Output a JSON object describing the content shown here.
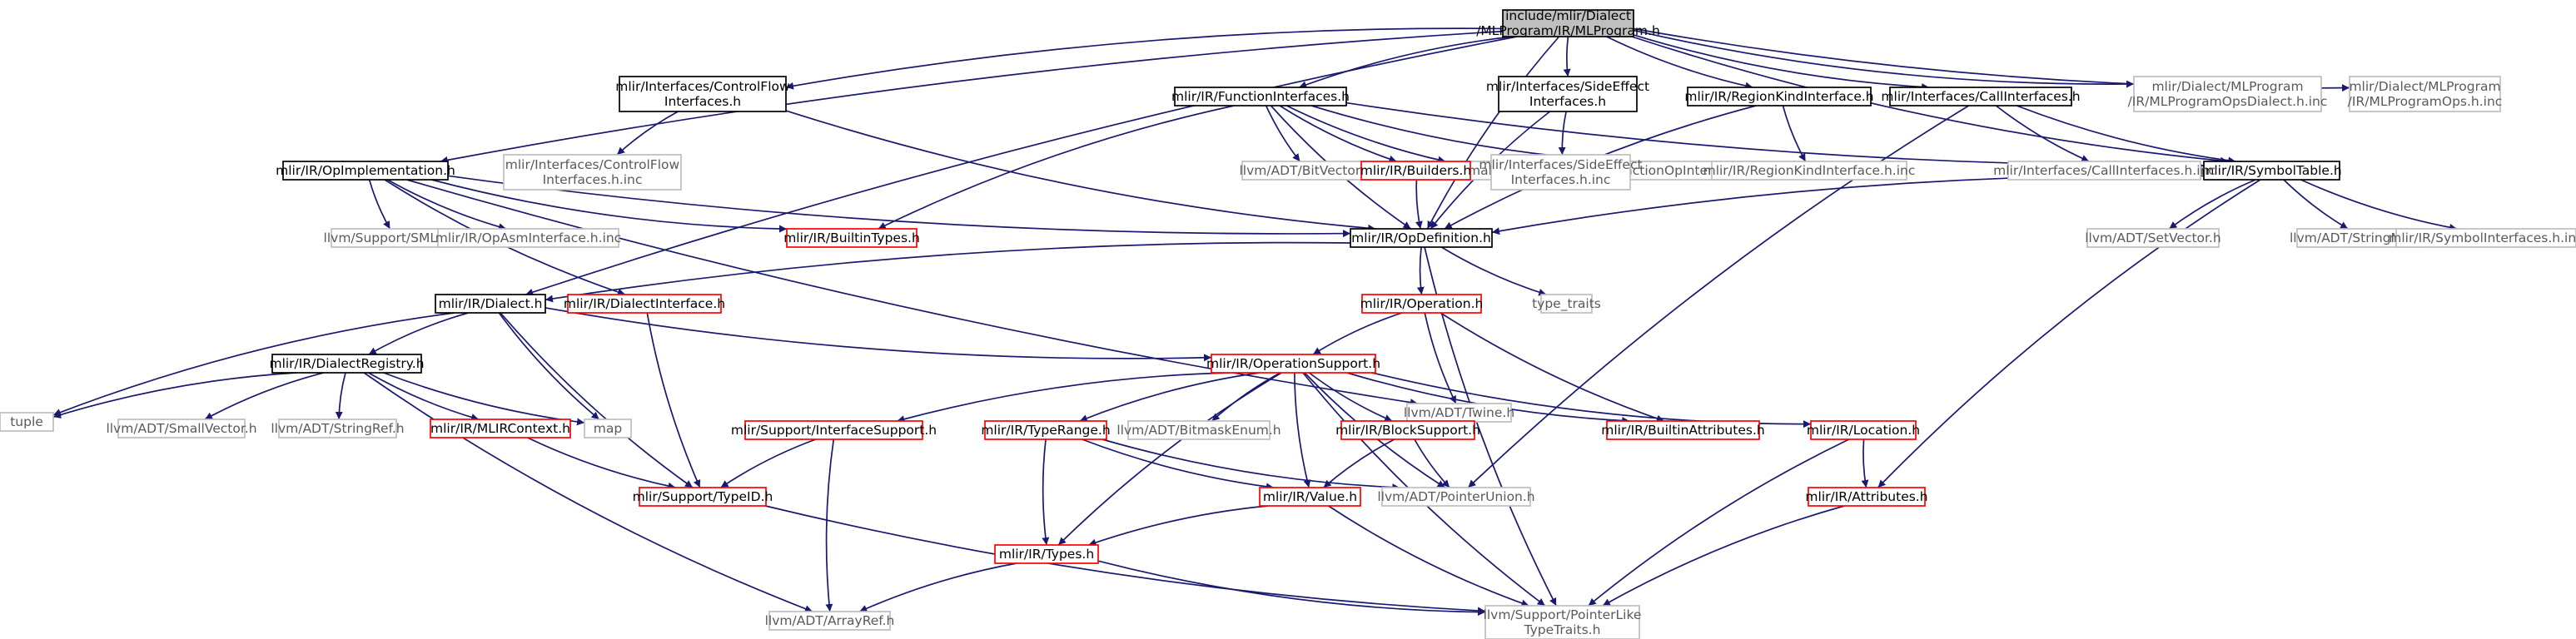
{
  "diagram": {
    "nodes": {
      "root": {
        "lines": [
          "include/mlir/Dialect",
          "/MLProgram/IR/MLProgram.h"
        ],
        "style": "root"
      },
      "opimpl": {
        "lines": [
          "mlir/IR/OpImplementation.h"
        ],
        "style": "black"
      },
      "cfi": {
        "lines": [
          "mlir/Interfaces/ControlFlow",
          "Interfaces.h"
        ],
        "style": "black"
      },
      "funcif": {
        "lines": [
          "mlir/IR/FunctionInterfaces.h"
        ],
        "style": "black"
      },
      "sei": {
        "lines": [
          "mlir/Interfaces/SideEffect",
          "Interfaces.h"
        ],
        "style": "black"
      },
      "rki": {
        "lines": [
          "mlir/IR/RegionKindInterface.h"
        ],
        "style": "black"
      },
      "calli": {
        "lines": [
          "mlir/Interfaces/CallInterfaces.h"
        ],
        "style": "black"
      },
      "mlpdialectinc": {
        "lines": [
          "mlir/Dialect/MLProgram",
          "/IR/MLProgramOpsDialect.h.inc"
        ],
        "style": "gray"
      },
      "mlpopsinc": {
        "lines": [
          "mlir/Dialect/MLProgram",
          "/IR/MLProgramOps.h.inc"
        ],
        "style": "gray"
      },
      "symtab": {
        "lines": [
          "mlir/IR/SymbolTable.h"
        ],
        "style": "black"
      },
      "cfiinc": {
        "lines": [
          "mlir/Interfaces/ControlFlow",
          "Interfaces.h.inc"
        ],
        "style": "gray"
      },
      "bitvector": {
        "lines": [
          "llvm/ADT/BitVector.h"
        ],
        "style": "gray"
      },
      "smallstring": {
        "lines": [
          "llvm/ADT/SmallString.h"
        ],
        "style": "gray"
      },
      "funcopinc": {
        "lines": [
          "mlir/IR/FunctionOpInterfaces.h.inc"
        ],
        "style": "gray"
      },
      "builders": {
        "lines": [
          "mlir/IR/Builders.h"
        ],
        "style": "red"
      },
      "seiinc": {
        "lines": [
          "mlir/Interfaces/SideEffect",
          "Interfaces.h.inc"
        ],
        "style": "gray"
      },
      "rkiinc": {
        "lines": [
          "mlir/IR/RegionKindInterface.h.inc"
        ],
        "style": "gray"
      },
      "calliinc": {
        "lines": [
          "mlir/Interfaces/CallInterfaces.h.inc"
        ],
        "style": "gray"
      },
      "smloc": {
        "lines": [
          "llvm/Support/SMLoc.h"
        ],
        "style": "gray"
      },
      "opasminc": {
        "lines": [
          "mlir/IR/OpAsmInterface.h.inc"
        ],
        "style": "gray"
      },
      "builtintypes": {
        "lines": [
          "mlir/IR/BuiltinTypes.h"
        ],
        "style": "red"
      },
      "opdef": {
        "lines": [
          "mlir/IR/OpDefinition.h"
        ],
        "style": "black"
      },
      "setvector": {
        "lines": [
          "llvm/ADT/SetVector.h"
        ],
        "style": "gray"
      },
      "stringmap": {
        "lines": [
          "llvm/ADT/StringMap.h"
        ],
        "style": "gray"
      },
      "symifinc": {
        "lines": [
          "mlir/IR/SymbolInterfaces.h.inc"
        ],
        "style": "gray"
      },
      "dialect": {
        "lines": [
          "mlir/IR/Dialect.h"
        ],
        "style": "black"
      },
      "dialectif": {
        "lines": [
          "mlir/IR/DialectInterface.h"
        ],
        "style": "red"
      },
      "operation": {
        "lines": [
          "mlir/IR/Operation.h"
        ],
        "style": "red"
      },
      "typetraits": {
        "lines": [
          "type_traits"
        ],
        "style": "gray"
      },
      "dialectreg": {
        "lines": [
          "mlir/IR/DialectRegistry.h"
        ],
        "style": "black"
      },
      "twine": {
        "lines": [
          "llvm/ADT/Twine.h"
        ],
        "style": "gray"
      },
      "opsupport": {
        "lines": [
          "mlir/IR/OperationSupport.h"
        ],
        "style": "red"
      },
      "tuple": {
        "lines": [
          "tuple"
        ],
        "style": "gray"
      },
      "smallvector": {
        "lines": [
          "llvm/ADT/SmallVector.h"
        ],
        "style": "gray"
      },
      "stringref": {
        "lines": [
          "llvm/ADT/StringRef.h"
        ],
        "style": "gray"
      },
      "mlircontext": {
        "lines": [
          "mlir/IR/MLIRContext.h"
        ],
        "style": "red"
      },
      "map": {
        "lines": [
          "map"
        ],
        "style": "gray"
      },
      "ifsupport": {
        "lines": [
          "mlir/Support/InterfaceSupport.h"
        ],
        "style": "red"
      },
      "typerange": {
        "lines": [
          "mlir/IR/TypeRange.h"
        ],
        "style": "red"
      },
      "bitmaskenum": {
        "lines": [
          "llvm/ADT/BitmaskEnum.h"
        ],
        "style": "gray"
      },
      "blocksupport": {
        "lines": [
          "mlir/IR/BlockSupport.h"
        ],
        "style": "red"
      },
      "builtinattrs": {
        "lines": [
          "mlir/IR/BuiltinAttributes.h"
        ],
        "style": "red"
      },
      "location": {
        "lines": [
          "mlir/IR/Location.h"
        ],
        "style": "red"
      },
      "typeid": {
        "lines": [
          "mlir/Support/TypeID.h"
        ],
        "style": "red"
      },
      "value": {
        "lines": [
          "mlir/IR/Value.h"
        ],
        "style": "red"
      },
      "ptrunion": {
        "lines": [
          "llvm/ADT/PointerUnion.h"
        ],
        "style": "gray"
      },
      "attributes": {
        "lines": [
          "mlir/IR/Attributes.h"
        ],
        "style": "red"
      },
      "types": {
        "lines": [
          "mlir/IR/Types.h"
        ],
        "style": "red"
      },
      "arrayref": {
        "lines": [
          "llvm/ADT/ArrayRef.h"
        ],
        "style": "gray"
      },
      "ptrlike": {
        "lines": [
          "llvm/Support/PointerLike",
          "TypeTraits.h"
        ],
        "style": "gray"
      }
    },
    "edges": [
      [
        "root",
        "opimpl"
      ],
      [
        "root",
        "cfi"
      ],
      [
        "root",
        "funcif"
      ],
      [
        "root",
        "sei"
      ],
      [
        "root",
        "rki"
      ],
      [
        "root",
        "calli"
      ],
      [
        "root",
        "mlpdialectinc"
      ],
      [
        "root",
        "mlpopsinc"
      ],
      [
        "root",
        "symtab"
      ],
      [
        "root",
        "dialect"
      ],
      [
        "root",
        "opdef"
      ],
      [
        "cfi",
        "cfiinc"
      ],
      [
        "cfi",
        "opdef"
      ],
      [
        "funcif",
        "bitvector"
      ],
      [
        "funcif",
        "smallstring"
      ],
      [
        "funcif",
        "funcopinc"
      ],
      [
        "funcif",
        "builders"
      ],
      [
        "funcif",
        "builtintypes"
      ],
      [
        "funcif",
        "opdef"
      ],
      [
        "funcif",
        "symtab"
      ],
      [
        "sei",
        "seiinc"
      ],
      [
        "sei",
        "opdef"
      ],
      [
        "rki",
        "rkiinc"
      ],
      [
        "rki",
        "opdef"
      ],
      [
        "calli",
        "calliinc"
      ],
      [
        "calli",
        "symtab"
      ],
      [
        "calli",
        "ptrunion"
      ],
      [
        "opimpl",
        "smloc"
      ],
      [
        "opimpl",
        "opasminc"
      ],
      [
        "opimpl",
        "builtintypes"
      ],
      [
        "opimpl",
        "opdef"
      ],
      [
        "opimpl",
        "dialectif"
      ],
      [
        "opimpl",
        "twine"
      ],
      [
        "builders",
        "opdef"
      ],
      [
        "symtab",
        "opdef"
      ],
      [
        "symtab",
        "setvector"
      ],
      [
        "symtab",
        "stringmap"
      ],
      [
        "symtab",
        "symifinc"
      ],
      [
        "symtab",
        "attributes"
      ],
      [
        "opdef",
        "dialect"
      ],
      [
        "opdef",
        "operation"
      ],
      [
        "opdef",
        "typetraits"
      ],
      [
        "opdef",
        "ptrlike"
      ],
      [
        "dialect",
        "dialectreg"
      ],
      [
        "dialect",
        "opsupport"
      ],
      [
        "dialect",
        "tuple"
      ],
      [
        "dialect",
        "map"
      ],
      [
        "dialect",
        "typeid"
      ],
      [
        "dialectif",
        "typeid"
      ],
      [
        "operation",
        "opsupport"
      ],
      [
        "operation",
        "twine"
      ],
      [
        "operation",
        "builtinattrs"
      ],
      [
        "dialectreg",
        "tuple"
      ],
      [
        "dialectreg",
        "smallvector"
      ],
      [
        "dialectreg",
        "stringref"
      ],
      [
        "dialectreg",
        "mlircontext"
      ],
      [
        "dialectreg",
        "map"
      ],
      [
        "dialectreg",
        "arrayref"
      ],
      [
        "mlircontext",
        "typeid"
      ],
      [
        "opsupport",
        "ifsupport"
      ],
      [
        "opsupport",
        "typerange"
      ],
      [
        "opsupport",
        "bitmaskenum"
      ],
      [
        "opsupport",
        "blocksupport"
      ],
      [
        "opsupport",
        "builtinattrs"
      ],
      [
        "opsupport",
        "location"
      ],
      [
        "opsupport",
        "value"
      ],
      [
        "opsupport",
        "types"
      ],
      [
        "opsupport",
        "ptrunion"
      ],
      [
        "opsupport",
        "ptrlike"
      ],
      [
        "ifsupport",
        "typeid"
      ],
      [
        "ifsupport",
        "arrayref"
      ],
      [
        "typerange",
        "types"
      ],
      [
        "typerange",
        "value"
      ],
      [
        "typerange",
        "ptrunion"
      ],
      [
        "blocksupport",
        "value"
      ],
      [
        "blocksupport",
        "ptrunion"
      ],
      [
        "location",
        "attributes"
      ],
      [
        "location",
        "ptrlike"
      ],
      [
        "value",
        "types"
      ],
      [
        "value",
        "ptrlike"
      ],
      [
        "attributes",
        "ptrlike"
      ],
      [
        "typeid",
        "ptrlike"
      ],
      [
        "types",
        "arrayref"
      ],
      [
        "types",
        "ptrlike"
      ]
    ]
  },
  "colors": {
    "edge": "#191970",
    "black_border": "#000000",
    "red_border": "#ff0000",
    "gray_border": "#bfbfbf",
    "root_fill": "#bfbfbf",
    "text_dark": "#000000",
    "text_gray": "#5a5a5a"
  }
}
